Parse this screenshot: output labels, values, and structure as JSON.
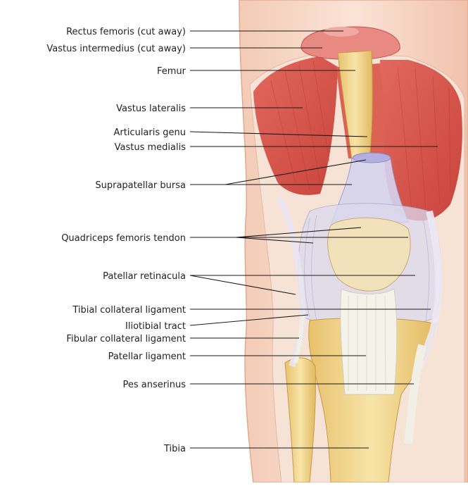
{
  "labels": [
    "Rectus femoris (cut away)",
    "Vastus intermedius (cut away)",
    "Femur",
    "Vastus lateralis",
    "Articularis genu",
    "Vastus medialis",
    "Suprapatellar bursa",
    "Quadriceps femoris tendon",
    "Patellar retinacula",
    "Tibial collateral ligament",
    "Iliotibial tract",
    "Fibular collateral ligament",
    "Patellar ligament",
    "Pes anserinus",
    "Tibia"
  ],
  "colors": {
    "skin": "#f6d8c8",
    "skin_edge": "#e8b49c",
    "muscle": "#d9534a",
    "muscle_light": "#ec8a80",
    "bone": "#f0d48a",
    "bone_light": "#f8e6b0",
    "ligament": "#f4f1ea",
    "bursa": "#b9b6e0",
    "capsule": "#d7d6ee"
  }
}
